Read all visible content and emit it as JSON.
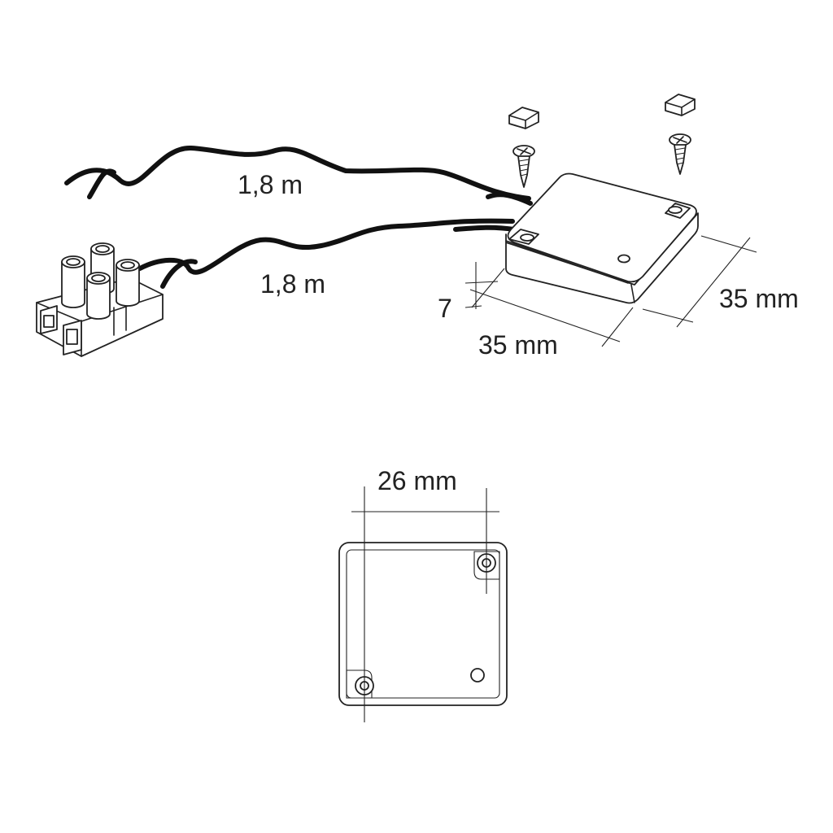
{
  "labels": {
    "cable_length_top": "1,8 m",
    "cable_length_bottom": "1,8 m",
    "height": "7",
    "width_front": "35 mm",
    "depth_side": "35 mm",
    "hole_spacing": "26 mm"
  },
  "colors": {
    "line": "#222222",
    "wire": "#111111",
    "background": "#ffffff"
  }
}
